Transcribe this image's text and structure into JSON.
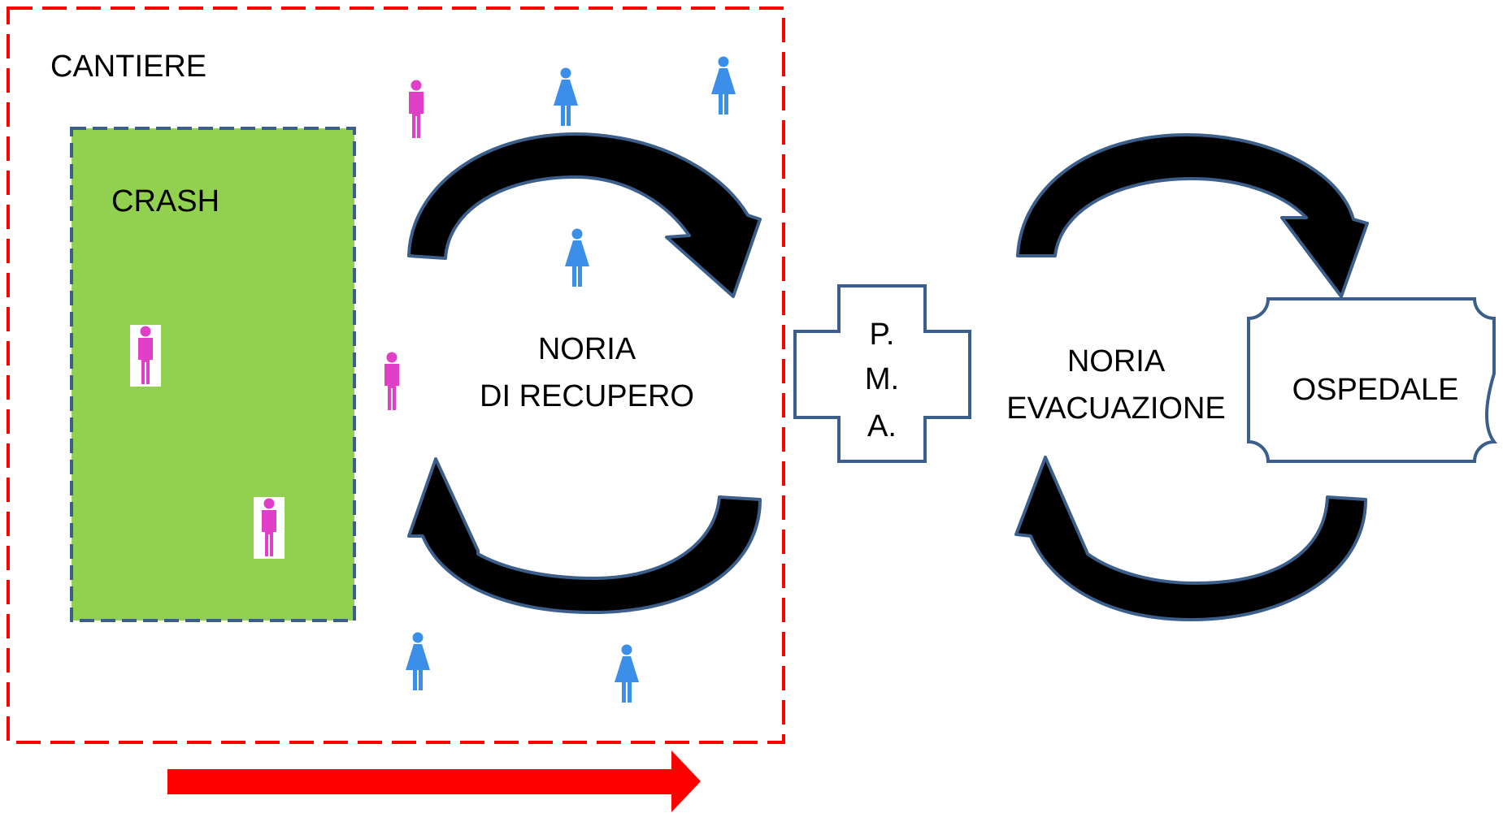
{
  "labels": {
    "site": "CANTIERE",
    "crash": "CRASH",
    "recovery_line1": "NORIA",
    "recovery_line2": "DI RECUPERO",
    "pma_line1": "P.",
    "pma_line2": "M.",
    "pma_line3": "A.",
    "evac_line1": "NORIA",
    "evac_line2": "EVACUAZIONE",
    "hospital": "OSPEDALE"
  },
  "colors": {
    "site_border": "#ff0000",
    "crash_fill": "#92d050",
    "crash_border": "#3b5f8a",
    "arrow_fill": "#000000",
    "arrow_stroke": "#3b5f8a",
    "rescuer": "#3c8fe8",
    "victim": "#e040c8",
    "flow_arrow": "#ff0000",
    "shape_border": "#3b5f8a"
  },
  "icons": {
    "rescuer": "person-female-icon",
    "victim": "person-male-icon",
    "flow": "arrow-right-icon",
    "pma": "cross-icon",
    "hospital": "plaque-icon"
  }
}
